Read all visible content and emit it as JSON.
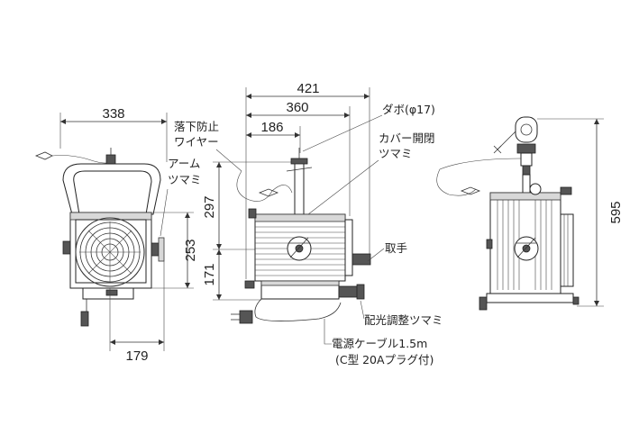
{
  "dimensions": {
    "front_width": "338",
    "front_body_width": "179",
    "front_lower_height": "253",
    "side_total_width": "421",
    "side_body_width": "360",
    "side_upper_width": "186",
    "side_upper_height": "297",
    "side_lower_height": "171",
    "rear_total_height": "595"
  },
  "labels": {
    "safety_wire_1": "落下防止",
    "safety_wire_2": "ワイヤー",
    "arm_knob_1": "アーム",
    "arm_knob_2": "ツマミ",
    "dowel": "ダボ(φ17)",
    "cover_knob_1": "カバー開閉",
    "cover_knob_2": "ツマミ",
    "handle": "取手",
    "focus_knob": "配光調整ツマミ",
    "power_cable_1": "電源ケーブル1.5m",
    "power_cable_2": "(C型 20Aプラグ付)"
  }
}
